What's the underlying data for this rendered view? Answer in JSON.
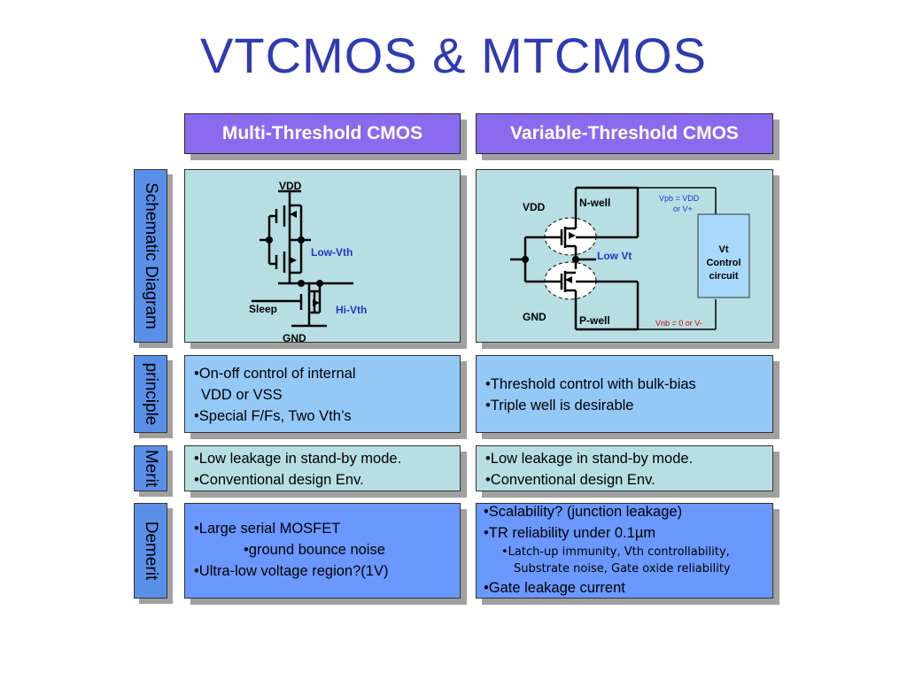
{
  "title": "VTCMOS & MTCMOS",
  "headers": {
    "mt": "Multi-Threshold CMOS",
    "vt": "Variable-Threshold CMOS"
  },
  "rows": {
    "schematic": "Schematic Diagram",
    "principle": "principle",
    "merit": "Merit",
    "demerit": "Demerit"
  },
  "mt_diagram": {
    "vdd": "VDD",
    "low_vth": "Low-Vth",
    "hi_vth": "Hi-Vth",
    "sleep": "Sleep",
    "gnd": "GND"
  },
  "vt_diagram": {
    "vdd": "VDD",
    "nwell": "N-well",
    "low_vt": "Low  Vt",
    "gnd": "GND",
    "pwell": "P-well",
    "vpb1": "Vpb  = VDD",
    "vpb2": "or V+",
    "vnb": "Vnb  = 0 or V-",
    "ctrl1": "Vt",
    "ctrl2": "Control",
    "ctrl3": "circuit"
  },
  "mt_principle": [
    "•On-off control of internal",
    " VDD or VSS",
    "•Special F/Fs, Two Vth’s"
  ],
  "vt_principle": [
    "•Threshold control with bulk-bias",
    "•Triple well is desirable"
  ],
  "mt_merit": [
    "•Low leakage in stand-by mode.",
    "•Conventional design Env."
  ],
  "vt_merit": [
    "•Low leakage in stand-by mode.",
    "•Conventional design Env."
  ],
  "mt_demerit": [
    "•Large serial MOSFET",
    "•ground bounce noise",
    "•Ultra-low voltage region?(1V)"
  ],
  "vt_demerit": [
    "•Scalability? (junction leakage)",
    "•TR reliability under 0.1µm",
    "•Latch-up immunity, Vth controllability,",
    "Substrate noise, Gate oxide reliability",
    "•Gate leakage current"
  ],
  "colors": {
    "title": "#2e3bb3",
    "header": "#8a6bf0",
    "schematic_bg": "#b7dfe3",
    "principle_bg": "#94c8f7",
    "demerit_bg": "#6a98ff",
    "row_label": "#5a8fe8",
    "low_vth_text": "#2233cc",
    "vnb_text": "#dd0000"
  }
}
